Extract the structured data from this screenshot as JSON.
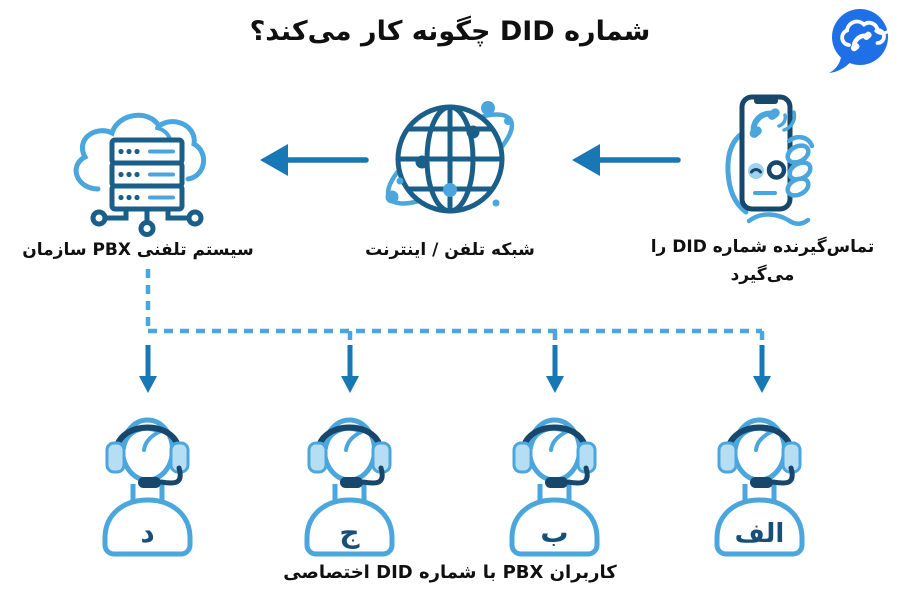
{
  "title": "شماره DID چگونه کار می‌کند؟",
  "flow": {
    "caller_label": "تماس‌گیرنده شماره DID را می‌گیرد",
    "network_label": "شبکه تلفن / اینترنت",
    "pbx_label": "سیستم تلفنی PBX سازمان"
  },
  "agents": [
    {
      "letter": "الف"
    },
    {
      "letter": "ب"
    },
    {
      "letter": "ج"
    },
    {
      "letter": "د"
    }
  ],
  "footer_label": "کاربران PBX با شماره DID اختصاصی",
  "icons": {
    "logo": "chat-bubble-cloud-phone",
    "pbx": "cloud-server",
    "network": "globe-network",
    "caller": "hand-holding-smartphone",
    "agent": "support-agent-headset",
    "flow_arrow": "arrow-left",
    "route_arrow": "arrow-down-dashed-branch"
  },
  "colors": {
    "background": "#ffffff",
    "text": "#101010",
    "navy": "#17476b",
    "dark_blue": "#1a5e8a",
    "arrow_blue": "#1877b5",
    "light_blue": "#4aa6dc",
    "cup_fill": "#b5def5",
    "logo_blue": "#1f6fe6"
  }
}
